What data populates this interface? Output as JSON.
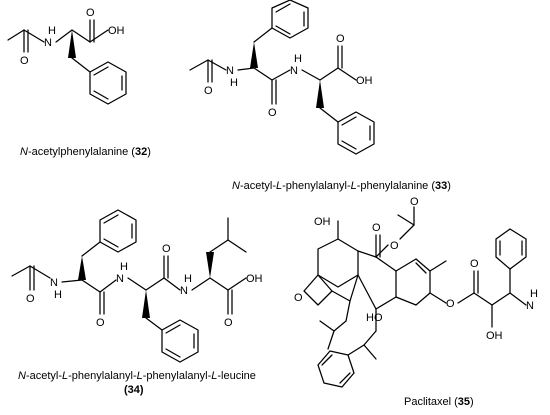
{
  "compounds": [
    {
      "prefix": "N",
      "name_rest": "-acetylphenylalanine (",
      "number": "32",
      "close": ")"
    },
    {
      "prefix": "N",
      "part2": "-acetyl-",
      "l1": "L",
      "part3": "-phenylalanyl-",
      "l2": "L",
      "part4": "-phenylalanine (",
      "number": "33",
      "close": ")"
    },
    {
      "prefix": "N",
      "part2": "-acetyl-",
      "l1": "L",
      "part3": "-phenylalanyl-",
      "l2": "L",
      "part4": "-phenylalanyl-",
      "l3": "L",
      "part5": "-leucine",
      "number_line": "(34)",
      "number": "34"
    },
    {
      "name": "Paclitaxel (",
      "number": "35",
      "close": ")"
    }
  ],
  "atom_labels": {
    "O": "O",
    "OH": "OH",
    "HO": "HO",
    "NH": "H",
    "N": "N",
    "H": "H"
  }
}
